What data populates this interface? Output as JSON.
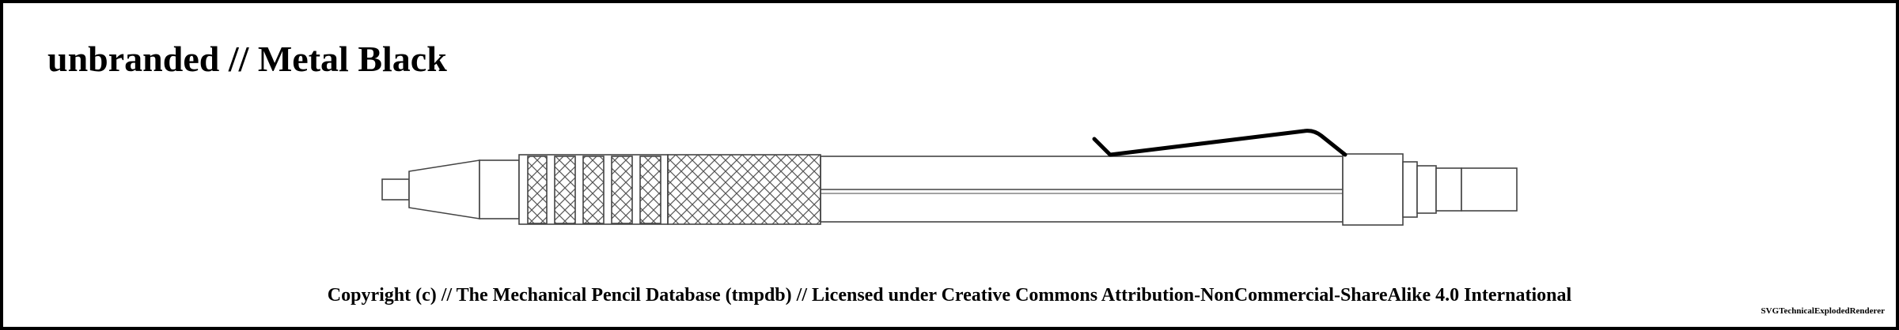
{
  "title": "unbranded // Metal Black",
  "copyright": "Copyright (c) // The Mechanical Pencil Database (tmpdb) // Licensed under Creative Commons Attribution-NonCommercial-ShareAlike 4.0 International",
  "renderer": "SVGTechnicalExplodedRenderer",
  "colors": {
    "background": "#ffffff",
    "stroke": "#000000",
    "outline": "#444444",
    "hatch": "#555555"
  }
}
